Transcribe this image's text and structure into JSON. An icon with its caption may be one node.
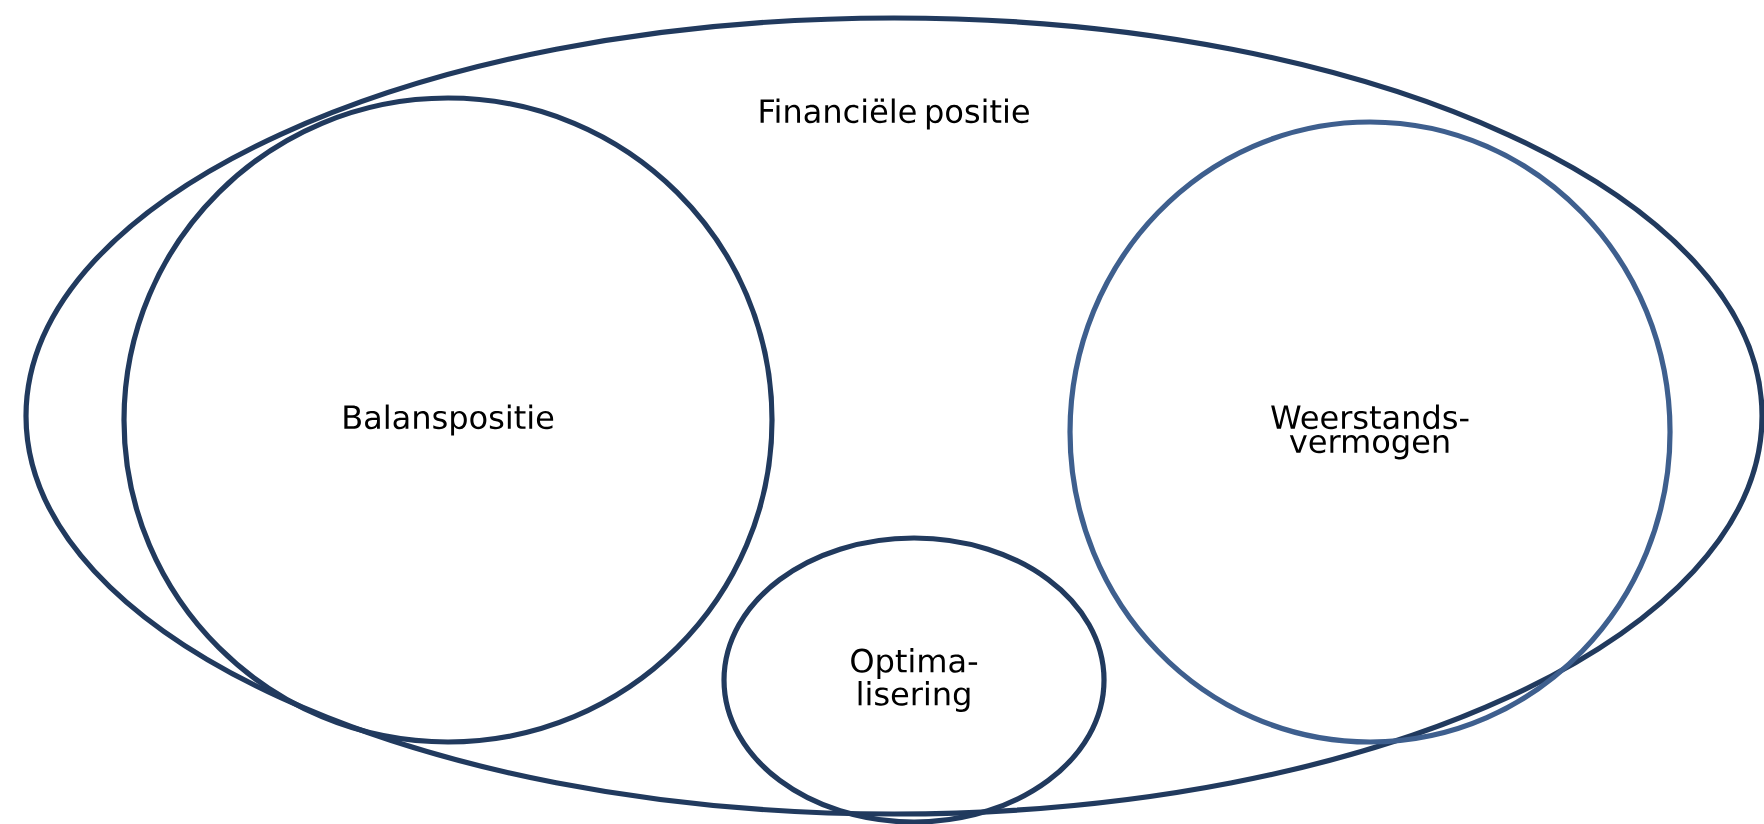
{
  "diagram": {
    "nodes": [
      {
        "text": [
          "Financiële positie"
        ]
      },
      {
        "text": [
          "Balanspositie"
        ],
        "in": 0
      },
      {
        "text": [
          "Optima- lisering"
        ],
        "in": 0
      },
      {
        "text": [
          "Weerstands- vermogen"
        ],
        "in": 0
      }
    ]
  }
}
